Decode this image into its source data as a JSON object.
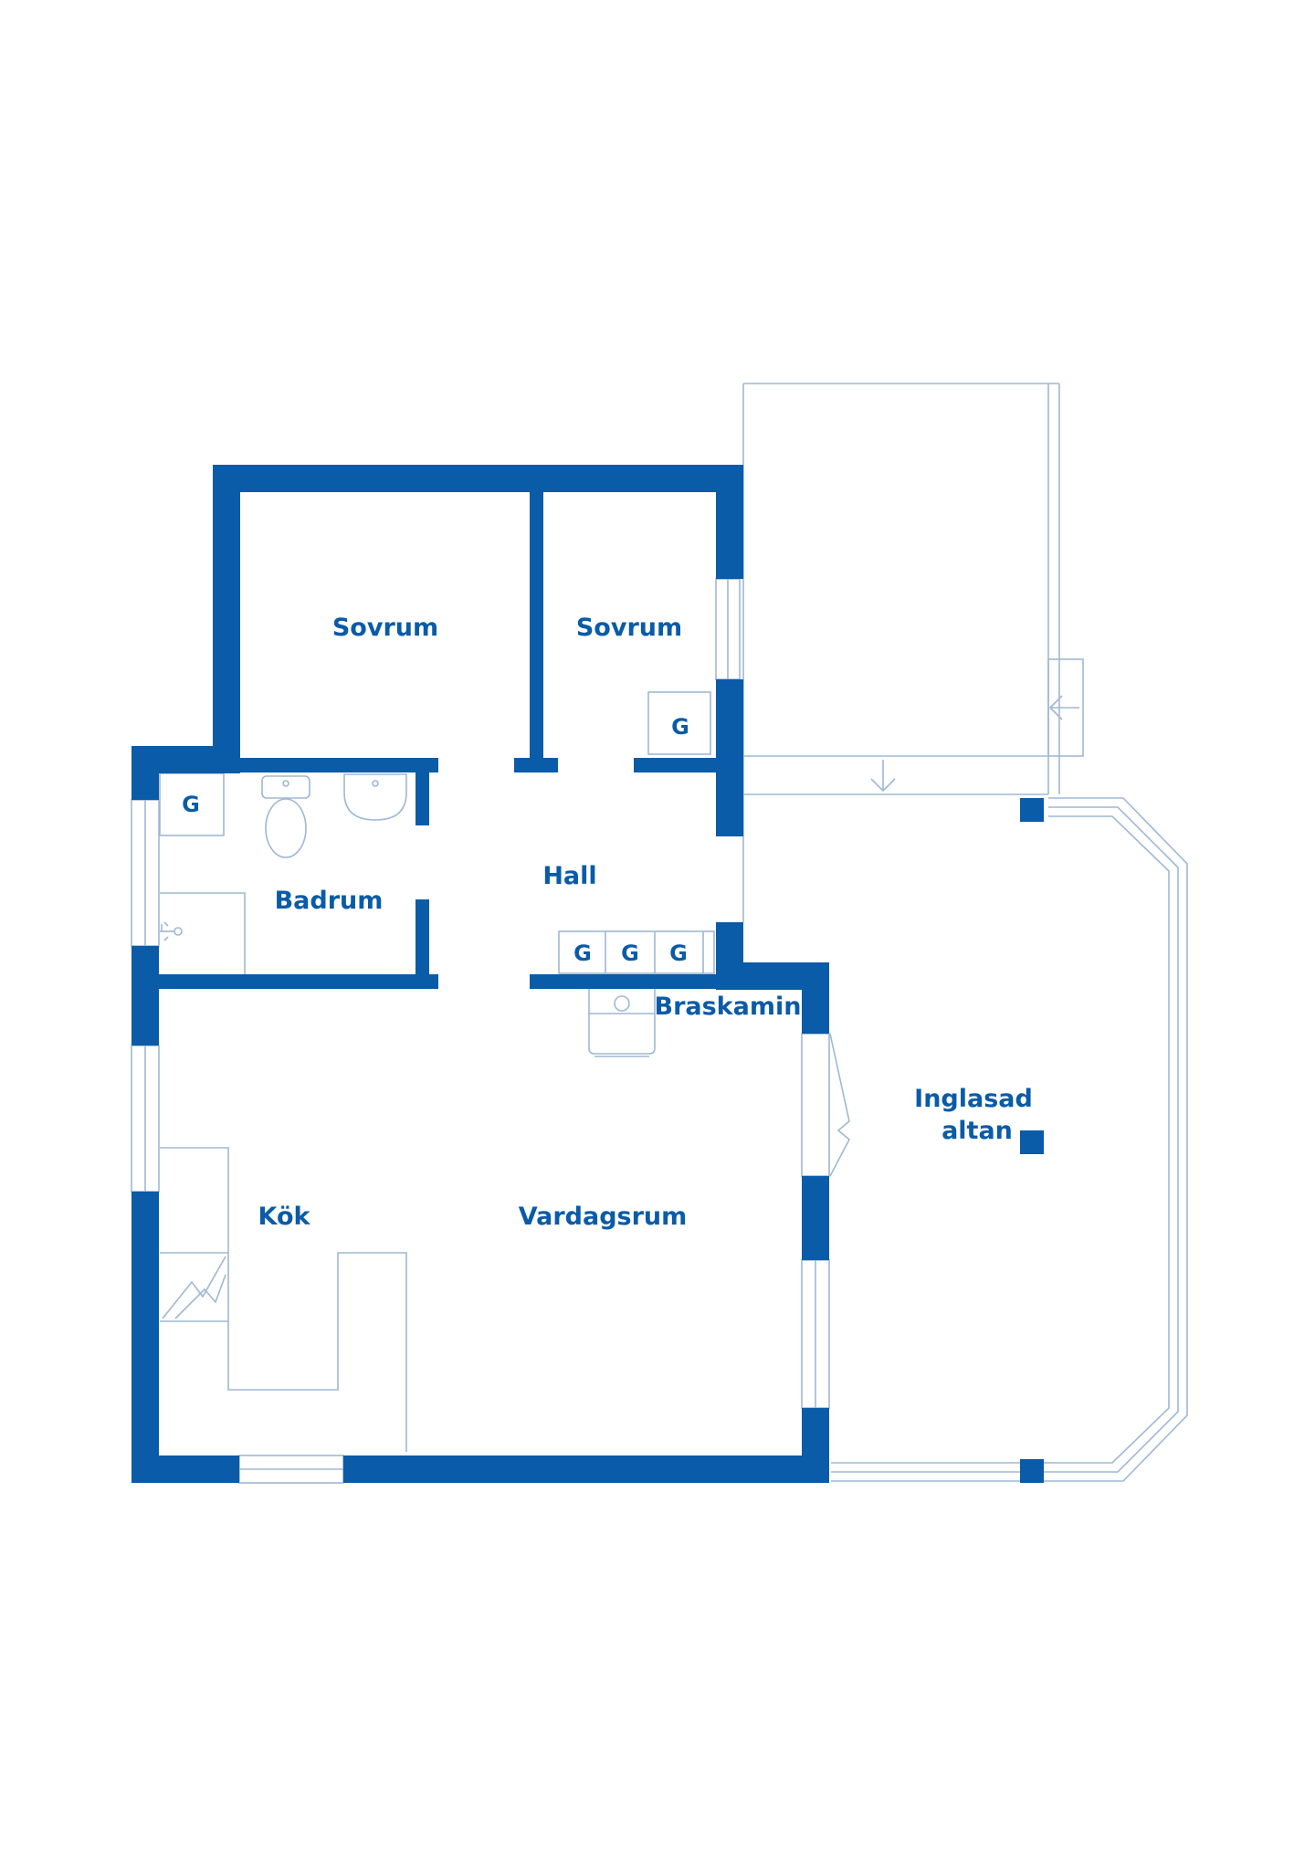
{
  "rooms": {
    "sovrum_left": "Sovrum",
    "sovrum_right": "Sovrum",
    "badrum": "Badrum",
    "hall": "Hall",
    "kok": "Kök",
    "vardagsrum": "Vardagsrum",
    "braskamin": "Braskamin",
    "altan_line1": "Inglasad",
    "altan_line2": "altan"
  },
  "wardrobes": {
    "sovrum": "G",
    "badrum": "G",
    "hall": [
      "G",
      "G",
      "G"
    ]
  }
}
